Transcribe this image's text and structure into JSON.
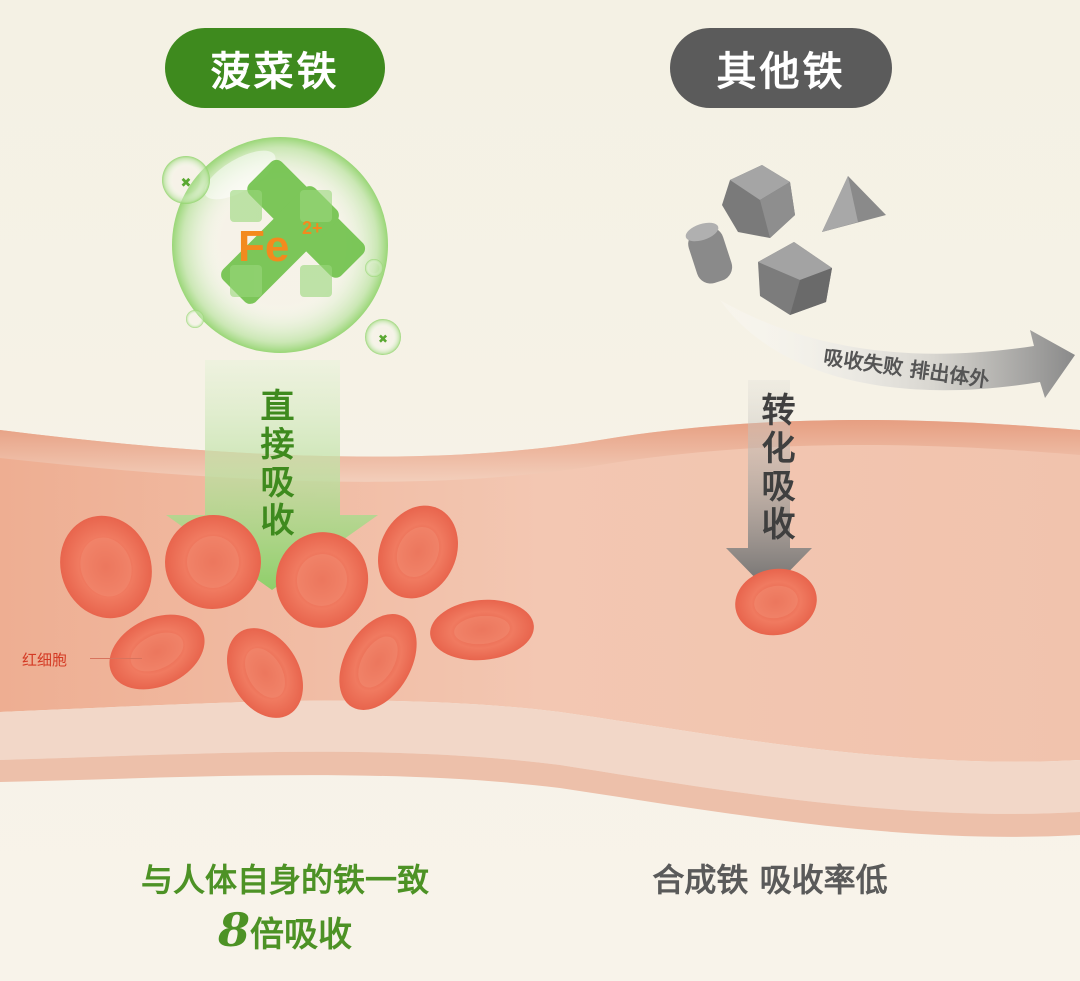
{
  "spinach_label": "菠菜铁",
  "other_label": "其他铁",
  "fe_symbol": "Fe",
  "fe_charge": "2+",
  "direct_absorb": "直接吸收",
  "convert_absorb": "转化吸收",
  "fail_text": "吸收失败 排出体外",
  "rbc_label": "红细胞",
  "caption_left_line1": "与人体自身的铁一致",
  "caption_left_number": "8",
  "caption_left_line2": "倍吸收",
  "caption_right": "合成铁 吸收率低",
  "colors": {
    "green_pill": "#3e8a1e",
    "gray_pill": "#5b5b5b",
    "rbc": "#e8624c",
    "vessel": "#eeb8a0",
    "background": "#f6f2e8"
  }
}
